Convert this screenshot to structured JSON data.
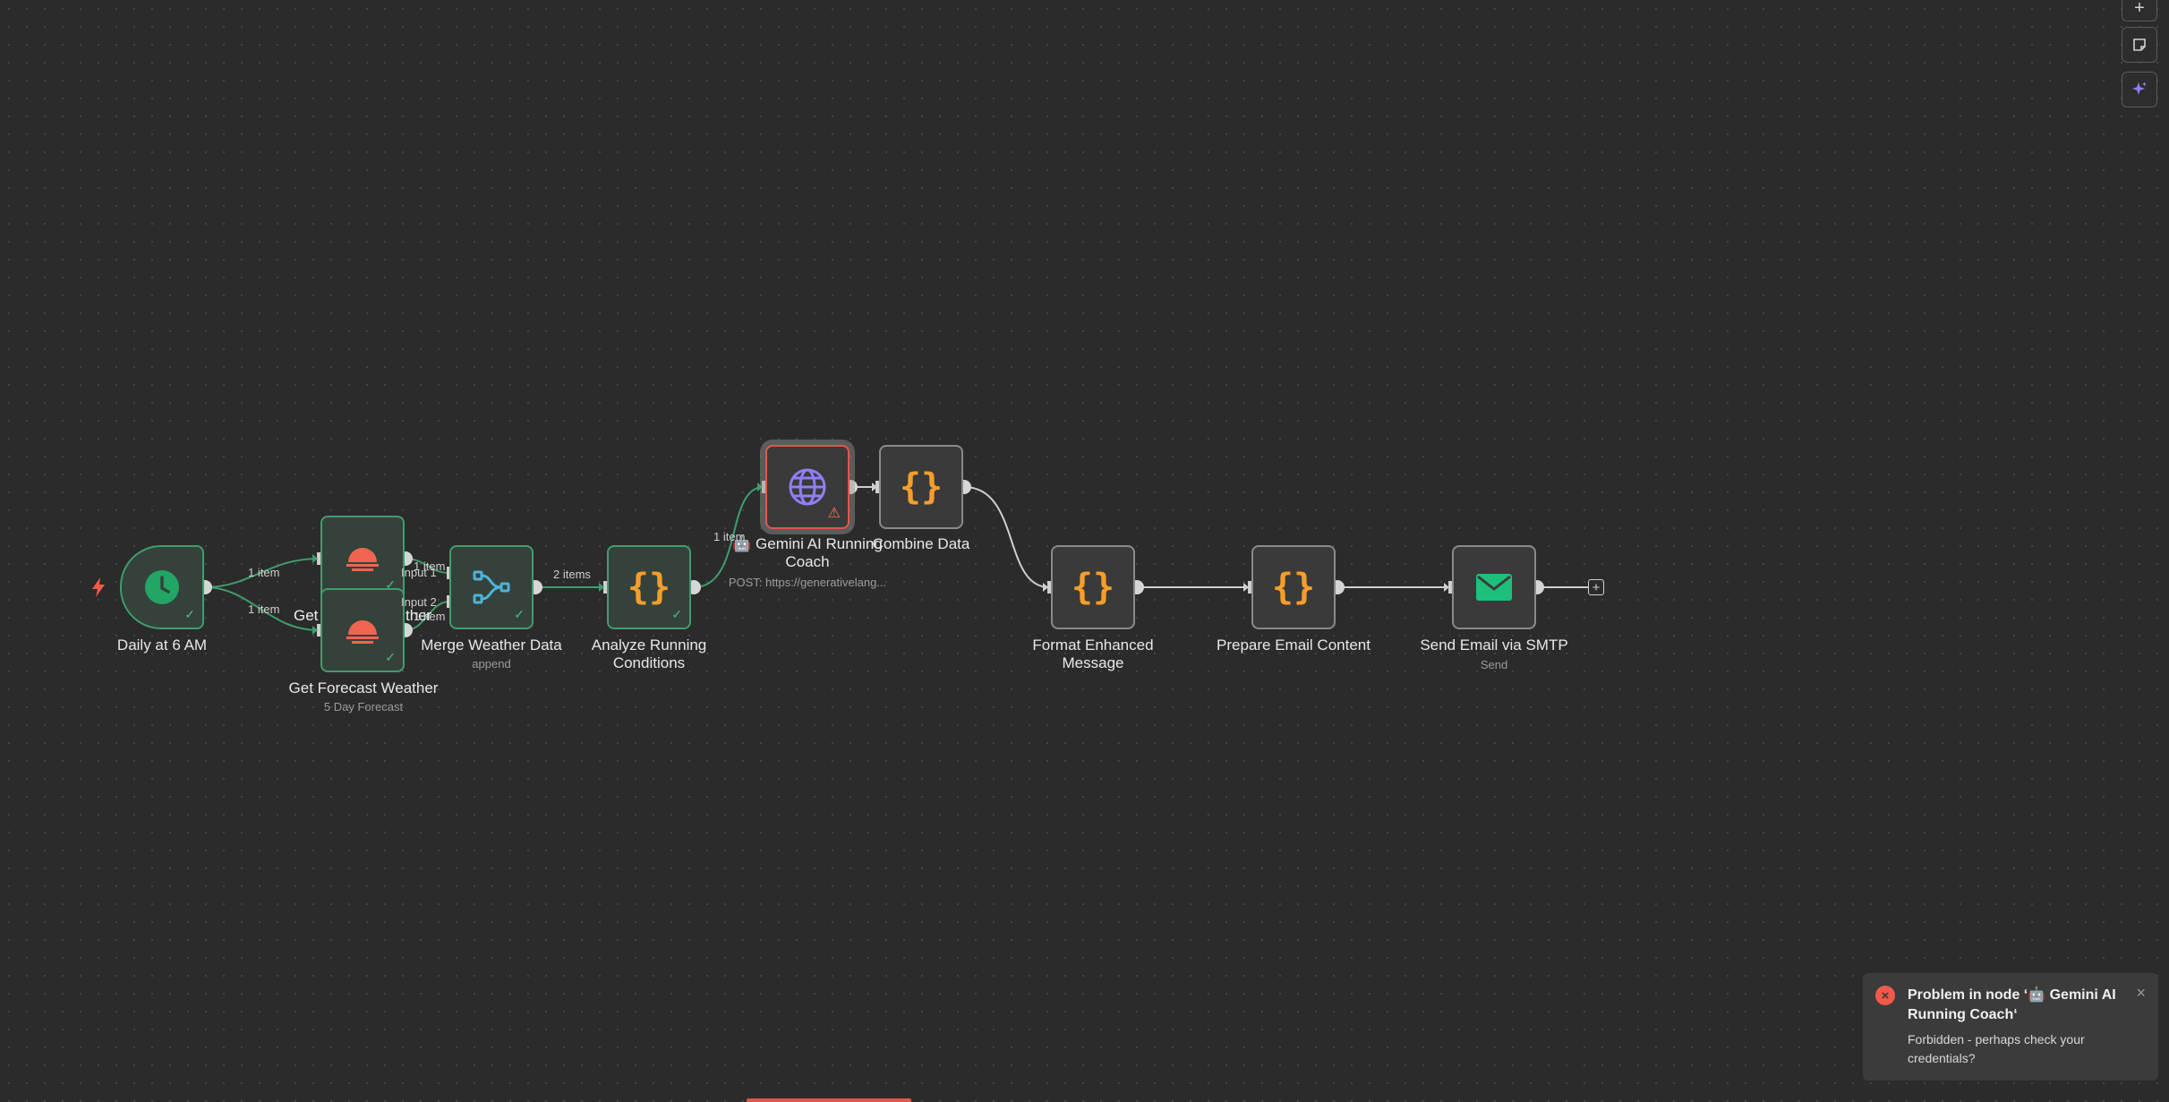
{
  "nodes": {
    "daily": {
      "label": "Daily at 6 AM"
    },
    "current_weather": {
      "label_fragment_1": "Get",
      "label_fragment_2": "ther"
    },
    "forecast": {
      "label": "Get Forecast Weather",
      "sub": "5 Day Forecast"
    },
    "merge": {
      "label": "Merge Weather Data",
      "sub": "append"
    },
    "analyze": {
      "label_line1": "Analyze Running",
      "label_line2": "Conditions"
    },
    "gemini": {
      "label_line1": "🤖 Gemini AI Running",
      "label_line2": "Coach",
      "sub": "POST: https://generativelang..."
    },
    "combine": {
      "label": "Combine Data"
    },
    "format": {
      "label_line1": "Format Enhanced",
      "label_line2": "Message"
    },
    "prepare": {
      "label": "Prepare Email Content"
    },
    "send": {
      "label": "Send Email via SMTP",
      "sub": "Send"
    }
  },
  "edge_labels": {
    "daily_to_current": "1 item",
    "daily_to_forecast": "1 item",
    "current_to_merge": "1 item",
    "forecast_to_merge": "1 item",
    "merge_input1": "Input 1",
    "merge_input2": "Input 2",
    "merge_to_analyze": "2 items",
    "analyze_to_gemini": "1 item"
  },
  "toolbar": {
    "zoom_in_label": "+"
  },
  "toast": {
    "title": "Problem in node ‘🤖 Gemini AI Running Coach‘",
    "message": "Forbidden - perhaps check your credentials?",
    "close_label": "×"
  },
  "colors": {
    "canvas": "#2b2b2b",
    "success_border": "#3f9d6e",
    "error_border": "#e0574a",
    "code_icon": "#f59e2b",
    "weather_icon": "#f0654f",
    "merge_icon": "#4fb3d9",
    "http_icon": "#8f7ff5",
    "email_icon": "#1dbf7a",
    "ai_icon": "#8f7ff5"
  },
  "icons": {
    "trigger": "bolt-icon",
    "daily": "clock-icon",
    "weather": "sunset-icon",
    "merge": "merge-icon",
    "code": "braces-icon",
    "http": "globe-icon",
    "email": "envelope-icon",
    "add": "plus-icon",
    "sticky": "sticky-note-icon",
    "ai": "sparkle-icon"
  }
}
